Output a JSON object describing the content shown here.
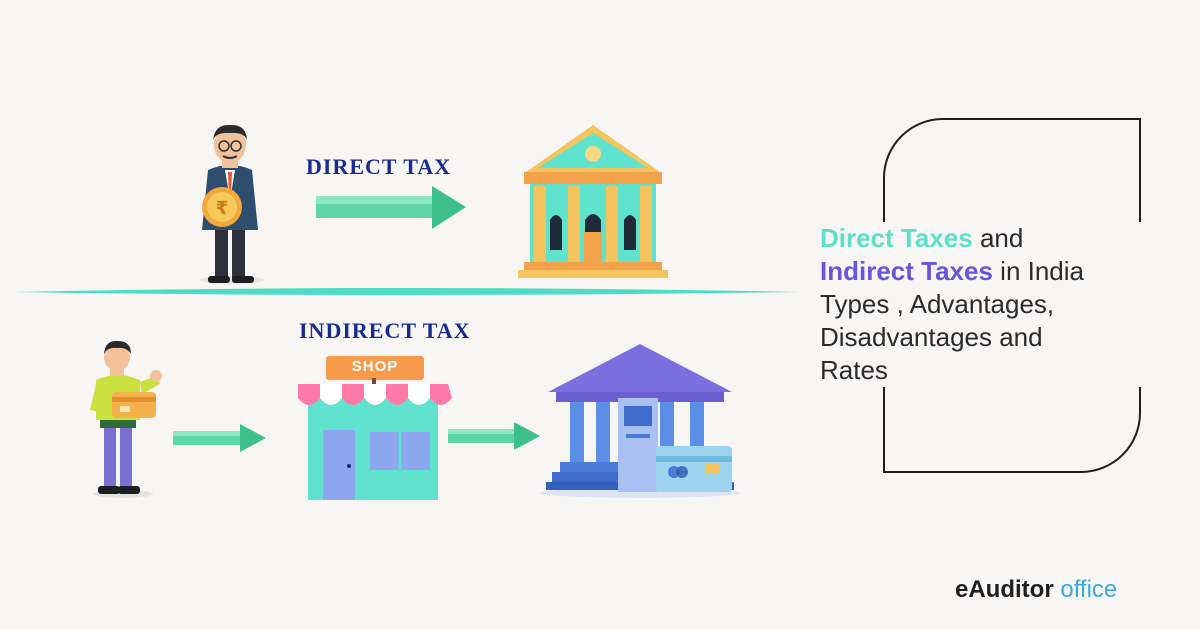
{
  "labels": {
    "direct_tax": "DIRECT TAX",
    "indirect_tax": "INDIRECT TAX",
    "shop_sign": "SHOP"
  },
  "headline": {
    "line1_highlight": "Direct Taxes",
    "line1_rest": " and",
    "line2_highlight": "Indirect Taxes",
    "line2_rest": " in India",
    "line3": "Types , Advantages,",
    "line4": "Disadvantages and",
    "line5": "Rates"
  },
  "brand": {
    "part1": "eAuditor",
    "part2": " office"
  },
  "colors": {
    "background": "#f8f6f5",
    "accent_teal": "#5de0c8",
    "accent_purple": "#6a54d8",
    "label_blue": "#1a2b8f"
  },
  "icons": [
    "man-with-rupee-coin-icon",
    "government-building-icon",
    "customer-with-card-icon",
    "shop-icon",
    "bank-building-icon",
    "atm-card-icon"
  ]
}
